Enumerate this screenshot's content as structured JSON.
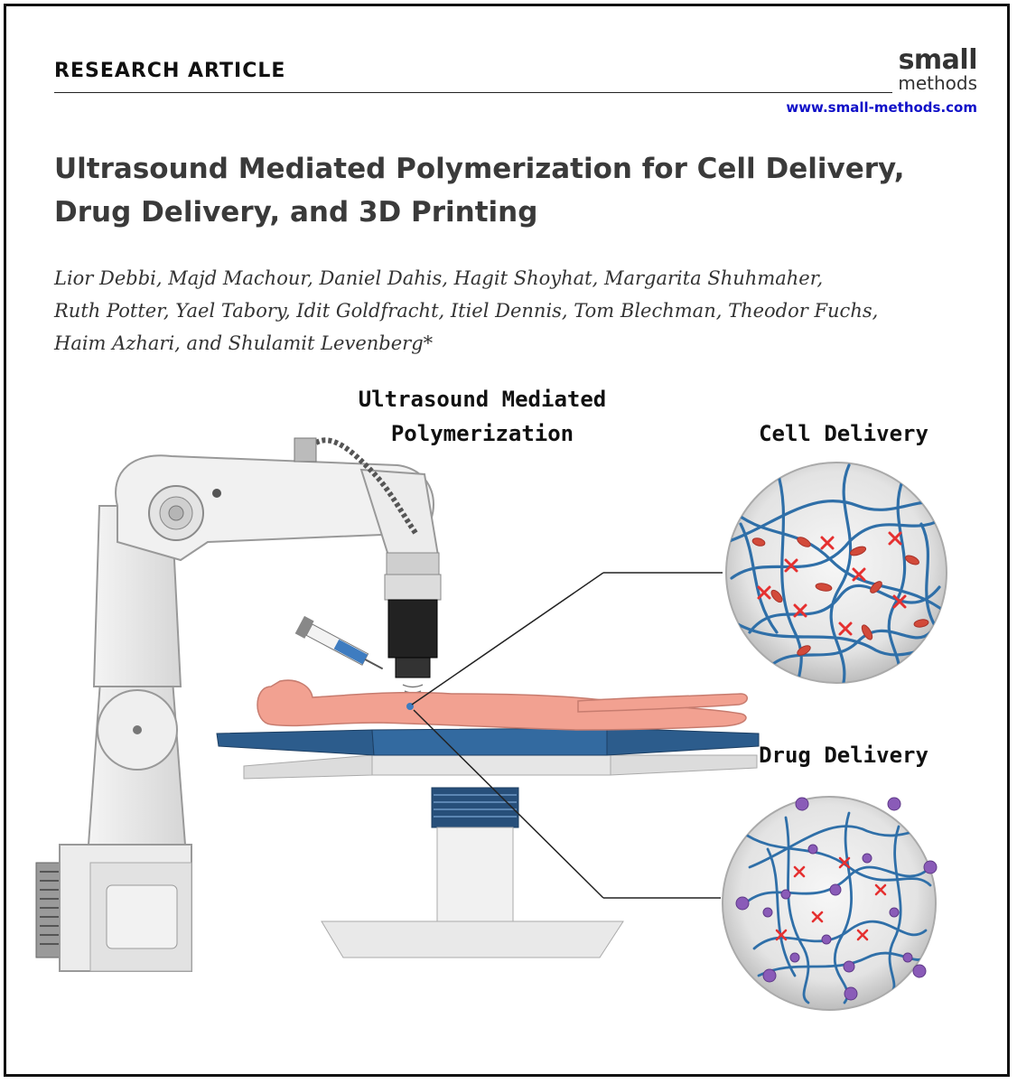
{
  "header": {
    "section": "RESEARCH ARTICLE",
    "brand_line1": "small",
    "brand_line2": "methods",
    "website": "www.small-methods.com"
  },
  "article": {
    "title": "Ultrasound Mediated Polymerization for Cell Delivery, Drug Delivery, and 3D Printing",
    "authors_line1": "Lior Debbi, Majd Machour, Daniel Dahis, Hagit Shoyhat, Margarita Shuhmaher,",
    "authors_line2": "Ruth Potter, Yael Tabory, Idit Goldfracht, Itiel Dennis, Tom Blechman, Theodor Fuchs,",
    "authors_line3": "Haim Azhari, and Shulamit Levenberg*"
  },
  "figure": {
    "label_main_line1": "Ultrasound Mediated",
    "label_main_line2": "Polymerization",
    "label_cell": "Cell Delivery",
    "label_drug": "Drug Delivery"
  },
  "colors": {
    "fiber": "#2f6fa8",
    "crosslink": "#e53030",
    "particle": "#8a5bb8",
    "body": "#f2a191",
    "table": "#2c5c8c"
  }
}
